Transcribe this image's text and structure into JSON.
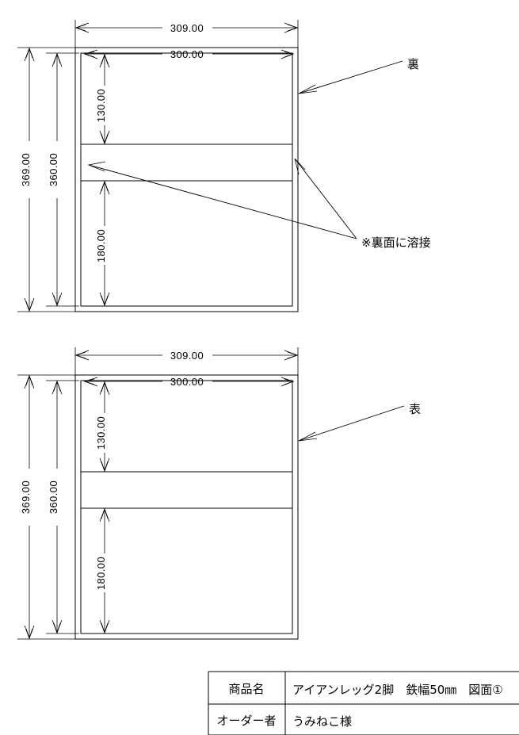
{
  "document": {
    "type": "technical-drawing",
    "sheet_width": 655,
    "sheet_height": 927
  },
  "views": [
    {
      "id": "view-back",
      "face_label": "裏",
      "dimensions": {
        "outer_width": "309.00",
        "inner_width": "300.00",
        "outer_height": "369.00",
        "inner_height": "360.00",
        "upper_section": "130.00",
        "lower_section": "180.00"
      },
      "note": "※裏面に溶接"
    },
    {
      "id": "view-front",
      "face_label": "表",
      "dimensions": {
        "outer_width": "309.00",
        "inner_width": "300.00",
        "outer_height": "369.00",
        "inner_height": "360.00",
        "upper_section": "130.00",
        "lower_section": "180.00"
      }
    }
  ],
  "title_block": {
    "rows": [
      {
        "label": "商品名",
        "value": "アイアンレッグ2脚　鉄幅50㎜　図面①"
      },
      {
        "label": "オーダー者",
        "value": "うみねこ様"
      }
    ]
  },
  "colors": {
    "line": "#000000",
    "background": "#ffffff"
  }
}
